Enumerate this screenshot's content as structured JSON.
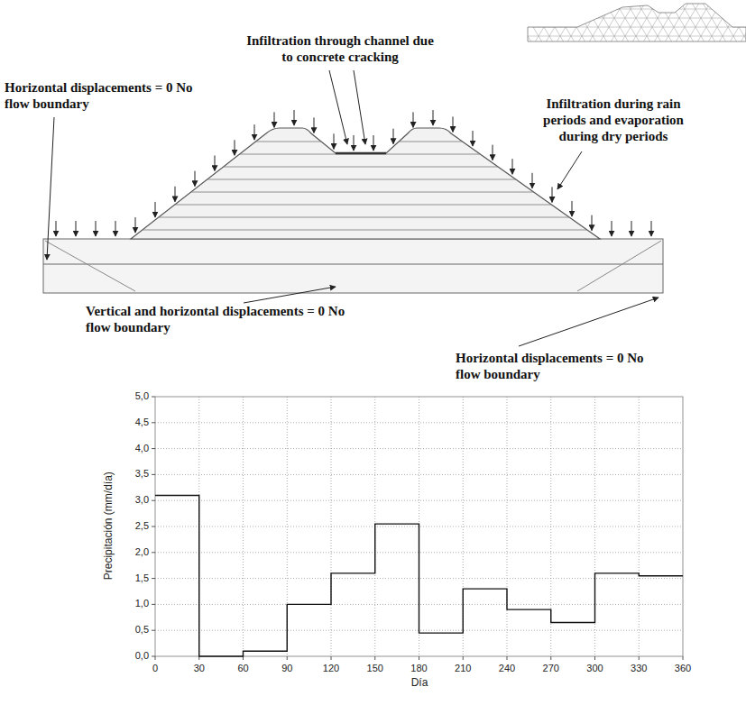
{
  "diagram": {
    "labels": [
      "Infiltration through channel due to concrete cracking",
      "Horizontal displacements = 0 No flow boundary",
      "Infiltration during rain periods and evaporation during dry periods",
      "Vertical and horizontal displacements = 0 No flow boundary",
      "Horizontal displacements = 0 No flow boundary",
      "5,0",
      "4,5",
      "4,0",
      "3,5",
      "3,0",
      "2,5",
      "2,0",
      "1,5",
      "1,0",
      "0,5",
      "0,0",
      "0",
      "30",
      "60",
      "90",
      "120",
      "150",
      "180",
      "210",
      "240",
      "270",
      "300",
      "330",
      "360",
      "Precipitación (mm/día)",
      "Día"
    ]
  }
}
